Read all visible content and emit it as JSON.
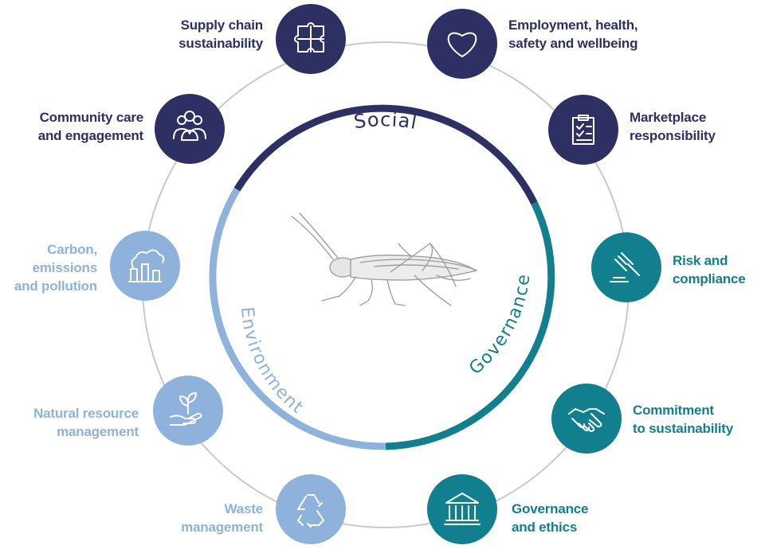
{
  "colors": {
    "social": "#2e2f63",
    "environment": "#8fb2dd",
    "governance": "#127f8f",
    "outer_ring": "#c9c9c9"
  },
  "center": {
    "image": "grasshopper-illustration",
    "arcs": [
      {
        "id": "social",
        "label": "Social"
      },
      {
        "id": "environment",
        "label": "Environment"
      },
      {
        "id": "governance",
        "label": "Governance"
      }
    ]
  },
  "topics": [
    {
      "id": "supply-chain",
      "group": "social",
      "icon": "puzzle-icon",
      "lines": [
        "Supply chain",
        "sustainability"
      ]
    },
    {
      "id": "employment",
      "group": "social",
      "icon": "heart-icon",
      "lines": [
        "Employment, health,",
        "safety and wellbeing"
      ]
    },
    {
      "id": "marketplace",
      "group": "social",
      "icon": "clipboard-checklist-icon",
      "lines": [
        "Marketplace",
        "responsibility"
      ]
    },
    {
      "id": "risk",
      "group": "governance",
      "icon": "gavel-icon",
      "lines": [
        "Risk and",
        "compliance"
      ]
    },
    {
      "id": "commitment",
      "group": "governance",
      "icon": "handshake-icon",
      "lines": [
        "Commitment",
        "to sustainability"
      ]
    },
    {
      "id": "governance-ethics",
      "group": "governance",
      "icon": "courthouse-icon",
      "lines": [
        "Governance",
        "and ethics"
      ]
    },
    {
      "id": "waste",
      "group": "environment",
      "icon": "recycle-icon",
      "lines": [
        "Waste",
        "management"
      ]
    },
    {
      "id": "natural-resource",
      "group": "environment",
      "icon": "plant-in-hand-icon",
      "lines": [
        "Natural resource",
        "management"
      ]
    },
    {
      "id": "carbon",
      "group": "environment",
      "icon": "factory-smoke-icon",
      "lines": [
        "Carbon,",
        "emissions",
        "and pollution"
      ]
    },
    {
      "id": "community",
      "group": "social",
      "icon": "people-group-icon",
      "lines": [
        "Community care",
        "and engagement"
      ]
    }
  ]
}
